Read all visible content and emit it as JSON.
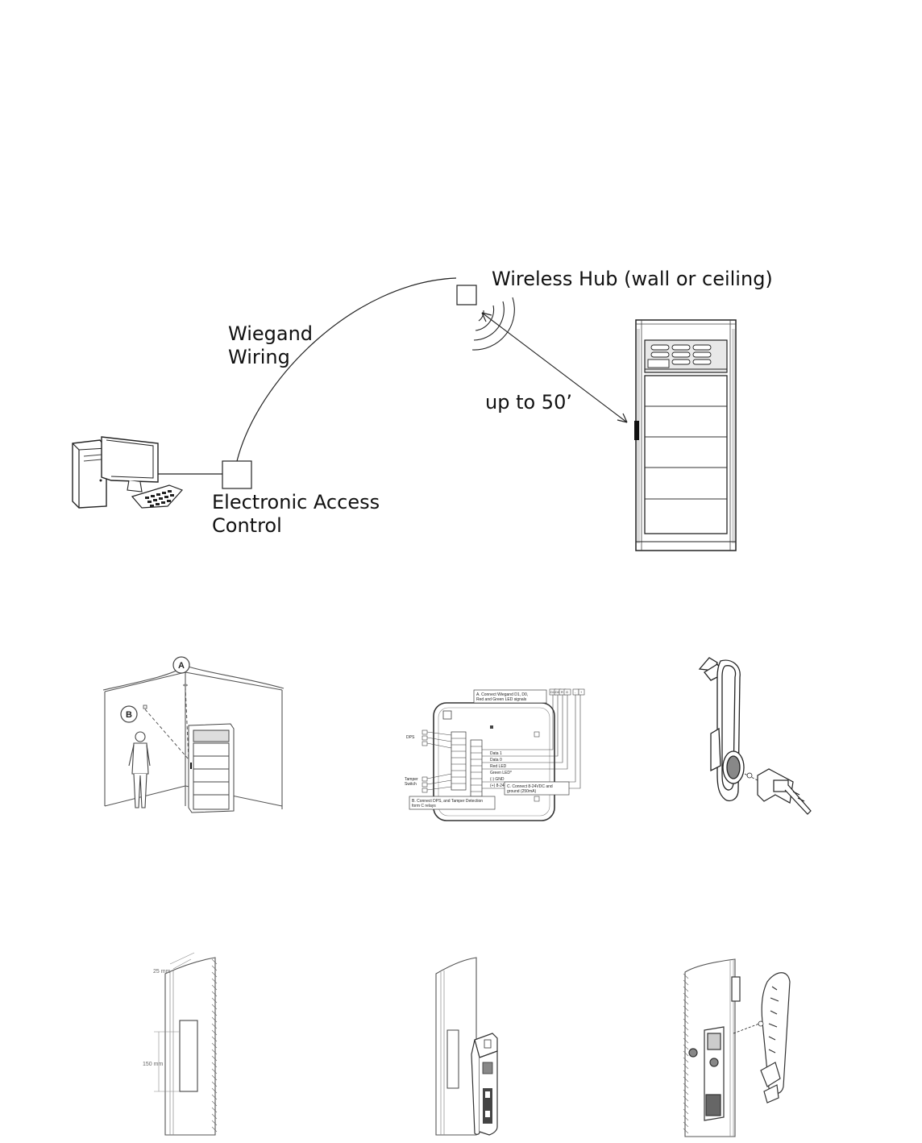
{
  "system_diagram": {
    "hub_label": "Wireless Hub (wall or ceiling)",
    "wiring_label_line1": "Wiegand",
    "wiring_label_line2": "Wiring",
    "range_label": "up to 50’",
    "access_label_line1": "Electronic Access",
    "access_label_line2": "Control"
  },
  "install_room": {
    "marker_a": "A",
    "marker_b": "B"
  },
  "wiring_panel": {
    "note_a_line1": "A.  Connect Wiegand D1, D0,",
    "note_a_line2": "Red and Green LED signals",
    "note_b_line1": "B.  Connect DPS, and Tamper Detection",
    "note_b_line2": "form C relays",
    "note_c_line1": "C.  Connect 8-24VDC and",
    "note_c_line2": "ground (250mA)",
    "dps_label": "DPS",
    "tamper_label_line1": "Tamper",
    "tamper_label_line2": "Switch",
    "terminal_labels": [
      "Data 1",
      "Data 0",
      "Red LED",
      "Green LED*",
      "(-) GND",
      "(+) 8-24VDC"
    ],
    "top_boxes": [
      "D1",
      "D0",
      "R",
      "G",
      "-",
      "+"
    ]
  },
  "door_cutout": {
    "top_dimension": "25 mm",
    "height_dimension": "150 mm"
  }
}
